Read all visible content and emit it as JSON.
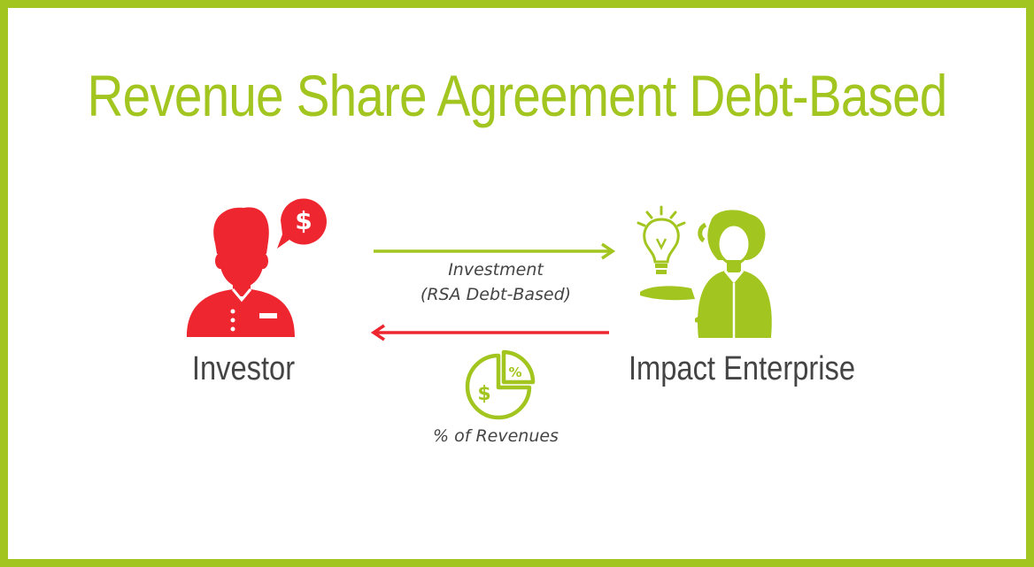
{
  "title": "Revenue Share Agreement Debt-Based",
  "investor": {
    "label": "Investor",
    "icon": "investor-icon"
  },
  "enterprise": {
    "label": "Impact Enterprise",
    "icon": "entrepreneur-icon"
  },
  "flows": {
    "investment_line1": "Investment",
    "investment_line2": "(RSA Debt-Based)",
    "revenues": "% of Revenues"
  },
  "colors": {
    "green": "#a3c520",
    "red": "#ee2630",
    "text": "#444444"
  }
}
